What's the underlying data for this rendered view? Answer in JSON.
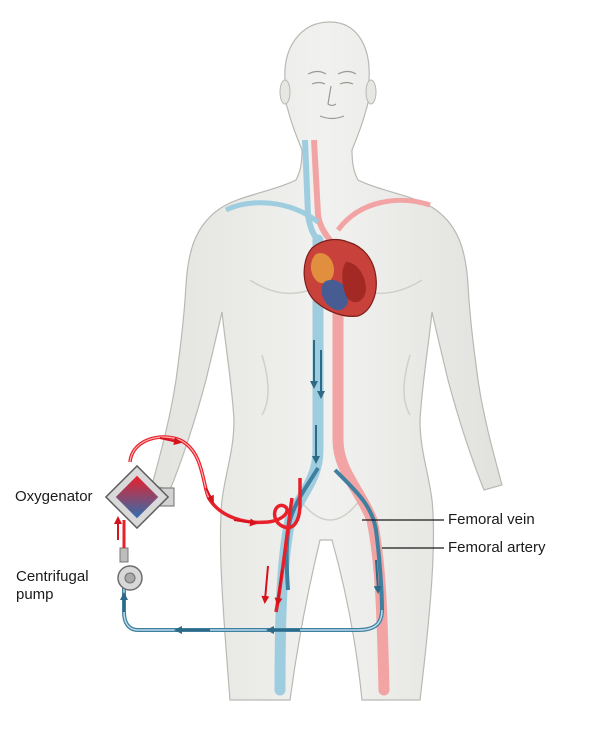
{
  "labels": {
    "oxygenator": "Oxygenator",
    "centrifugal_pump_line1": "Centrifugal",
    "centrifugal_pump_line2": "pump",
    "femoral_vein": "Femoral vein",
    "femoral_artery": "Femoral artery"
  },
  "colors": {
    "background": "#ffffff",
    "skin": "#eeeeec",
    "skin_outline": "#b9b9b4",
    "oxygenated_blood": "#e8202a",
    "deoxygenated_blood": "#3f7fa0",
    "artery_vessel": "#f2a3a3",
    "vein_vessel": "#9fcde0",
    "heart": "#c8413a"
  },
  "icons": [
    "heart-icon",
    "oxygenator-icon",
    "pump-icon",
    "flow-arrow-icon"
  ]
}
